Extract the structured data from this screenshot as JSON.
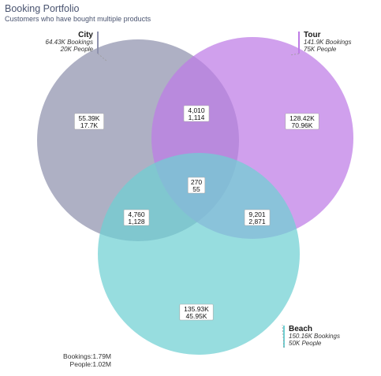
{
  "header": {
    "title": "Booking Portfolio",
    "subtitle": "Customers who have bought multiple products"
  },
  "chart_data": {
    "type": "venn",
    "title": "Booking Portfolio",
    "subtitle": "Customers who have bought multiple products",
    "sets": [
      {
        "key": "city",
        "name": "City",
        "bookings": "64.43K Bookings",
        "people": "20K People",
        "color": "#8f92ad"
      },
      {
        "key": "tour",
        "name": "Tour",
        "bookings": "141.9K Bookings",
        "people": "75K People",
        "color": "#be7ce6"
      },
      {
        "key": "beach",
        "name": "Beach",
        "bookings": "150.16K Bookings",
        "people": "50K People",
        "color": "#6fd0d3"
      }
    ],
    "regions": [
      {
        "sets": [
          "city"
        ],
        "bookings": "55.39K",
        "people": "17.7K"
      },
      {
        "sets": [
          "tour"
        ],
        "bookings": "128.42K",
        "people": "70.96K"
      },
      {
        "sets": [
          "beach"
        ],
        "bookings": "135.93K",
        "people": "45.95K"
      },
      {
        "sets": [
          "city",
          "tour"
        ],
        "bookings": "4,010",
        "people": "1,114"
      },
      {
        "sets": [
          "city",
          "beach"
        ],
        "bookings": "4,760",
        "people": "1,128"
      },
      {
        "sets": [
          "tour",
          "beach"
        ],
        "bookings": "9,201",
        "people": "2,871"
      },
      {
        "sets": [
          "city",
          "tour",
          "beach"
        ],
        "bookings": "270",
        "people": "55"
      }
    ],
    "totals": {
      "bookings": "Bookings:1.79M",
      "people": "People:1.02M"
    }
  }
}
